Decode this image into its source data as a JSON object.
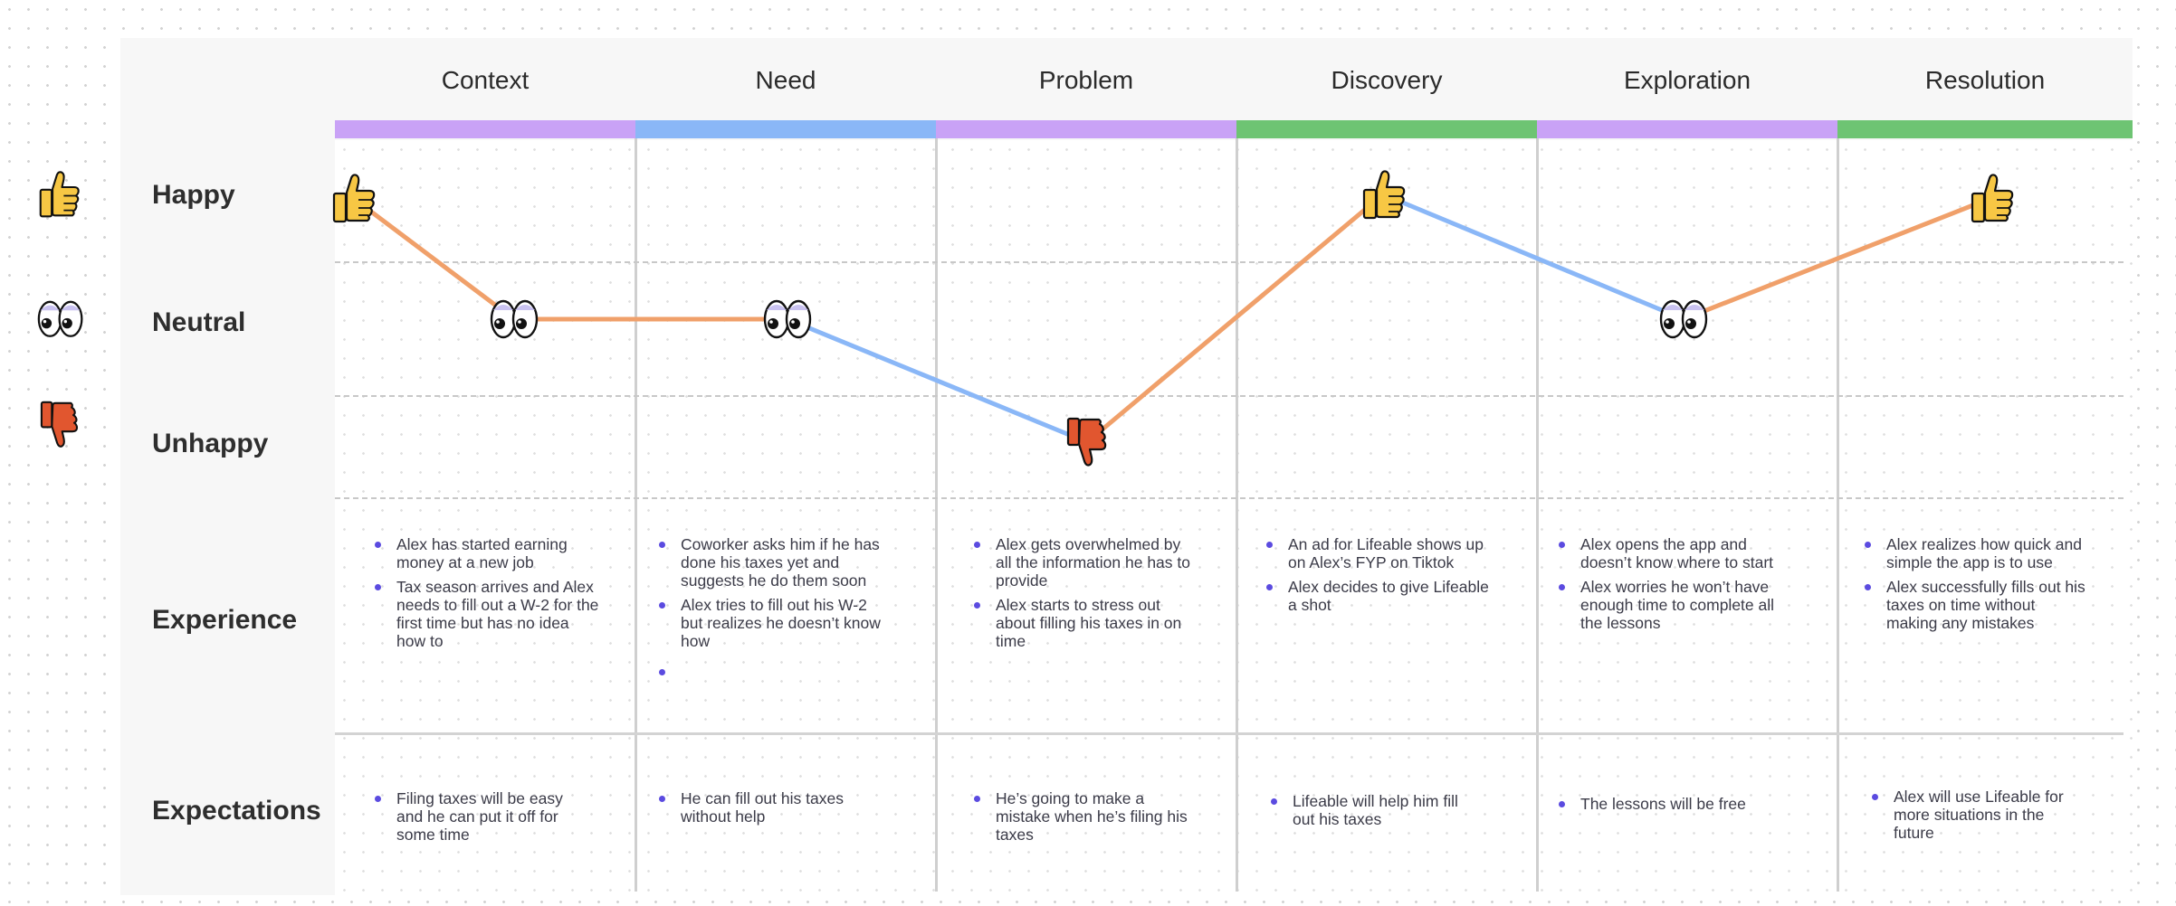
{
  "stages": [
    {
      "label": "Context",
      "color": "#c9a2f6"
    },
    {
      "label": "Need",
      "color": "#8ab7f7"
    },
    {
      "label": "Problem",
      "color": "#c9a2f6"
    },
    {
      "label": "Discovery",
      "color": "#6ec473"
    },
    {
      "label": "Exploration",
      "color": "#c9a2f6"
    },
    {
      "label": "Resolution",
      "color": "#6ec473"
    }
  ],
  "rows": {
    "happy": "Happy",
    "neutral": "Neutral",
    "unhappy": "Unhappy",
    "experience": "Experience",
    "expectations": "Expectations"
  },
  "emotion_curve": {
    "points": [
      {
        "stage": "Context",
        "mood": "happy",
        "icon": "thumbs-up-icon"
      },
      {
        "stage": "Context",
        "mood": "neutral",
        "icon": "eyes-icon"
      },
      {
        "stage": "Need",
        "mood": "neutral",
        "icon": "eyes-icon"
      },
      {
        "stage": "Problem",
        "mood": "unhappy",
        "icon": "thumbs-down-icon"
      },
      {
        "stage": "Discovery",
        "mood": "happy",
        "icon": "thumbs-up-icon"
      },
      {
        "stage": "Exploration",
        "mood": "neutral",
        "icon": "eyes-icon"
      },
      {
        "stage": "Resolution",
        "mood": "happy",
        "icon": "thumbs-up-icon"
      }
    ],
    "segment_colors": [
      "#f0a06a",
      "#f0a06a",
      "#8ab7f7",
      "#f0a06a",
      "#8ab7f7",
      "#f0a06a"
    ]
  },
  "experience": [
    [
      "Alex has started earning money at a new job",
      "Tax season arrives and Alex needs to fill out a W-2 for the first time but has no idea how to"
    ],
    [
      "Coworker asks him if he has done his taxes yet and suggests he do them soon",
      "Alex tries to fill out his W-2 but realizes he doesn’t know how",
      ""
    ],
    [
      "Alex gets overwhelmed by all the information he has to provide",
      "Alex starts to stress out about filling his taxes in on time"
    ],
    [
      "An ad for Lifeable shows up on Alex’s FYP on Tiktok",
      "Alex decides to give Lifeable a shot"
    ],
    [
      "Alex opens the app and doesn’t know where to start",
      "Alex worries he won’t have enough time to complete all the lessons"
    ],
    [
      "Alex realizes how quick and simple the app is to use",
      "Alex successfully fills out his taxes on time without making any mistakes"
    ]
  ],
  "expectations": [
    [
      "Filing taxes will be easy and he can put it off for some time"
    ],
    [
      "He can fill out his taxes without help"
    ],
    [
      "He’s going to make a mistake when he’s filing his taxes"
    ],
    [
      "Lifeable will help him fill out his taxes"
    ],
    [
      "The lessons will be free"
    ],
    [
      "Alex will use Lifeable for more situations in the future"
    ]
  ]
}
